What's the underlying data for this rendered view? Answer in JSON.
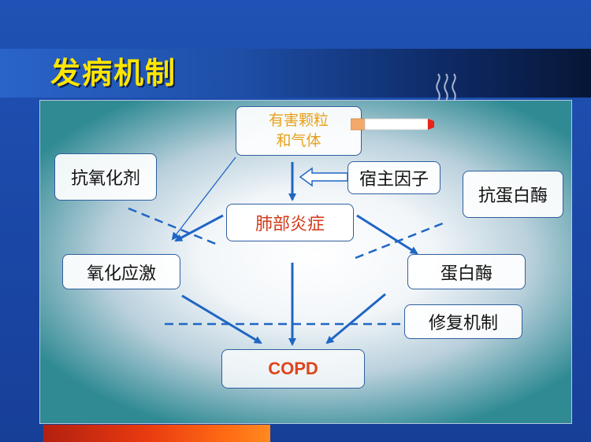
{
  "slide": {
    "title": "发病机制"
  },
  "diagram": {
    "harmful": "有害颗粒\n和气体",
    "host": "宿主因子",
    "lung": "肺部炎症",
    "antioxidant": "抗氧化剂",
    "antiprotease": "抗蛋白酶",
    "oxidative": "氧化应激",
    "protease": "蛋白酶",
    "repair": "修复机制",
    "copd": "COPD"
  },
  "icons": [
    "cigarette-icon",
    "smoke-icon"
  ],
  "colors": {
    "title": "#ffe600",
    "arrow": "#1f66c4",
    "harmful_text": "#e8a01a",
    "inflammation_text": "#d33a1a",
    "copd_text": "#e0441a",
    "bar_start": "#b32010",
    "bar_end": "#ff8a20"
  }
}
